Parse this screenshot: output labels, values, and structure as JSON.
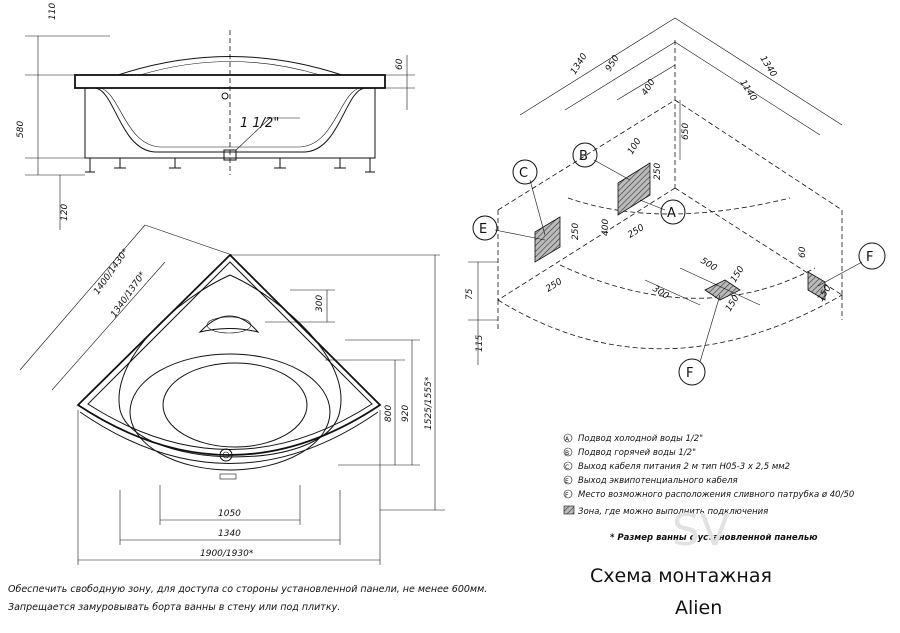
{
  "side_view": {
    "dim_110": "110",
    "dim_60": "60",
    "dim_580": "580",
    "dim_120": "120",
    "drain_label": "1 1/2\""
  },
  "top_view": {
    "dim_1400": "1400/1430*",
    "dim_1340_diag": "1340/1370*",
    "dim_300": "300",
    "dim_800": "800",
    "dim_920": "920",
    "dim_1525": "1525/1555*",
    "dim_1050": "1050",
    "dim_1340": "1340",
    "dim_1900": "1900/1930*"
  },
  "iso_view": {
    "dim_1340_left": "1340",
    "dim_1340_right": "1340",
    "dim_950": "950",
    "dim_1140": "1140",
    "dim_400_top": "400",
    "dim_100": "100",
    "dim_650": "650",
    "dim_250_a": "250",
    "dim_250_b": "250",
    "dim_400_side": "400",
    "dim_250_c": "250",
    "dim_250_d": "250",
    "dim_500": "500",
    "dim_300": "300",
    "dim_150_a": "150",
    "dim_150_b": "150",
    "dim_60": "60",
    "dim_150_f": "150",
    "dim_75": "75",
    "dim_115": "115",
    "marker_A": "A",
    "marker_B": "B",
    "marker_C": "C",
    "marker_E": "E",
    "marker_F1": "F",
    "marker_F2": "F"
  },
  "legend": {
    "items": [
      {
        "key": "A",
        "text": "Подвод холодной воды 1/2\""
      },
      {
        "key": "B",
        "text": "Подвод горячей воды 1/2\""
      },
      {
        "key": "C",
        "text": "Выход кабеля питания  2 м тип H05-3 х 2,5 мм2"
      },
      {
        "key": "E",
        "text": "Выход эквипотенциального кабеля"
      },
      {
        "key": "F",
        "text": "Место возможного расположения сливного патрубка   ø 40/50"
      }
    ],
    "hatch_text": "Зона, где можно выполнить  подключения",
    "star_text": "* Размер ванны с установленной панелью"
  },
  "notes": {
    "line1": "Обеспечить свободную зону, для доступа со стороны  установленной панели, не менее 600мм.",
    "line2": "Запрещается замуровывать борта ванны в стену или под плитку."
  },
  "title": {
    "main": "Схема  монтажная",
    "model": "Alien",
    "watermark": "SV"
  }
}
